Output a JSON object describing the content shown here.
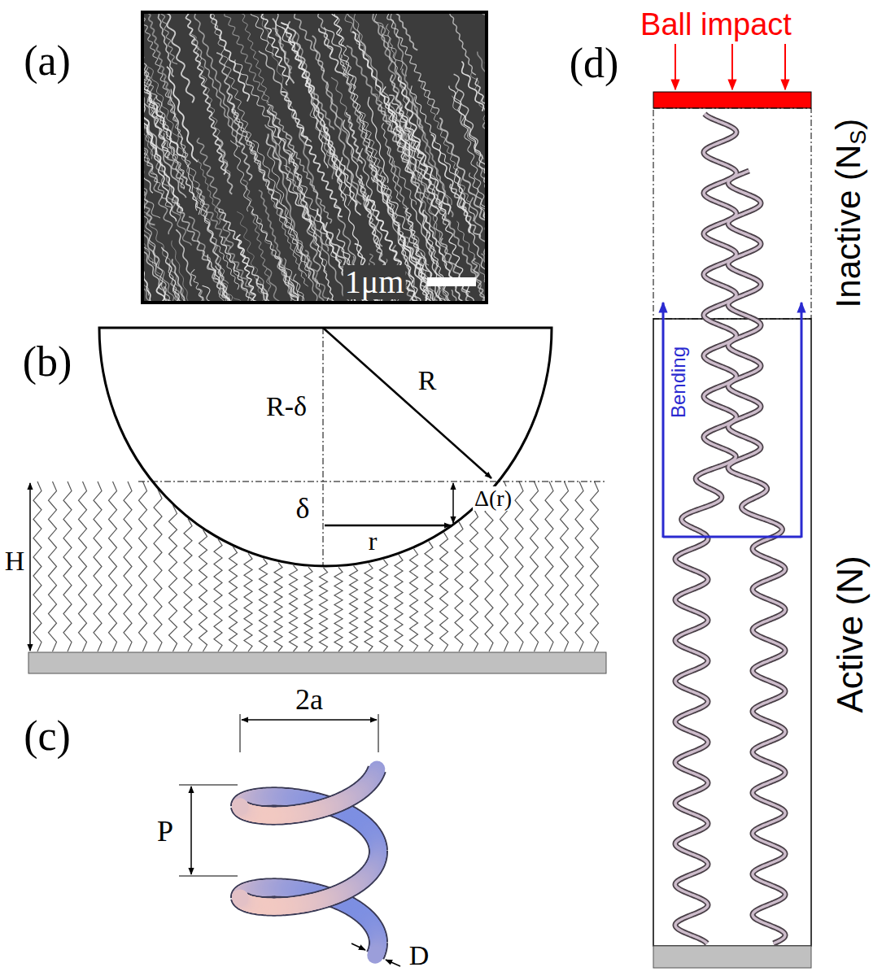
{
  "diagram": {
    "labels": [
      "(a)",
      "1μm",
      "(b)",
      "R-δ",
      "R",
      "δ",
      "Δ(r)",
      "r",
      "H",
      "(c)",
      "2a",
      "P",
      "D",
      "(d)",
      "Ball impact",
      "Inactive (N",
      "S",
      ")",
      "Bending",
      "Active (N)"
    ]
  }
}
